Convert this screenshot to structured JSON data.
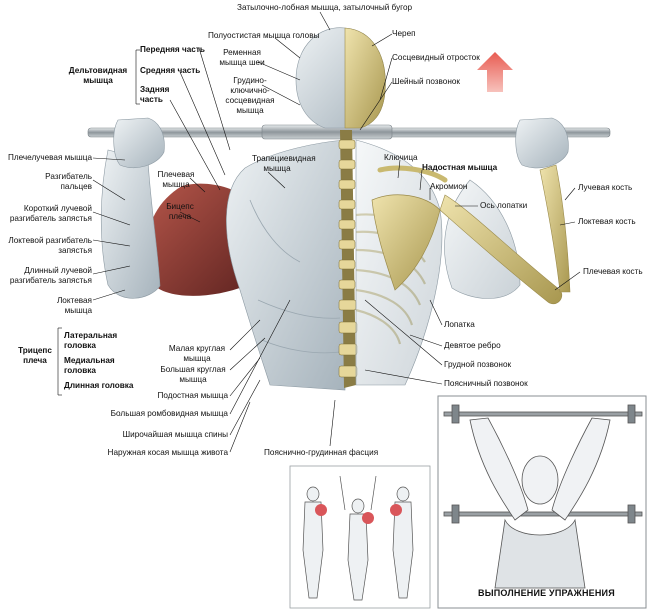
{
  "labels": {
    "occipitofrontalis": "Затылочно-лобная мышца, затылочный бугор",
    "galea": "Полуостистая мышца головы",
    "splenius": "Ременная мышца шеи",
    "sternocleidomastoid": "Грудино-ключично-сосцевидная мышца",
    "skull": "Череп",
    "mastoid": "Сосцевидный отросток",
    "cervical": "Шейный позвонок",
    "deltoid": "Дельтовидная мышца",
    "deltoid_front": "Передняя часть",
    "deltoid_mid": "Средняя часть",
    "deltoid_rear": "Задняя часть",
    "brachioradialis": "Плечелучевая мышца",
    "ext_digitorum": "Разгибатель пальцев",
    "ext_carpi_brevis": "Короткий лучевой разгибатель запястья",
    "ext_carpi_ulnaris": "Локтевой разгибатель запястья",
    "ext_carpi_longus": "Длинный лучевой разгибатель запястья",
    "anconeus": "Локтевая мышца",
    "brachialis": "Плечевая мышца",
    "biceps": "Бицепс плеча",
    "trapezius": "Трапециевидная мышца",
    "clavicle": "Ключица",
    "supraspinatus": "Надостная мышца",
    "acromion": "Акромион",
    "scapula_spine": "Ось лопатки",
    "radius": "Лучевая кость",
    "ulna": "Локтевая кость",
    "humerus": "Плечевая кость",
    "triceps": "Трицепс плеча",
    "triceps_lateral": "Латеральная головка",
    "triceps_medial": "Медиальная головка",
    "triceps_long": "Длинная головка",
    "teres_minor": "Малая круглая мышца",
    "teres_major": "Большая круглая мышца",
    "infraspinatus": "Подостная мышца",
    "rhomboid": "Большая ромбовидная мышца",
    "latissimus": "Широчайшая мышца спины",
    "ext_oblique": "Наружная косая мышца живота",
    "thoracolumbar": "Пояснично-грудинная фасция",
    "scapula": "Лопатка",
    "ninth_rib": "Девятое ребро",
    "thoracic": "Грудной позвонок",
    "lumbar": "Поясничный позвонок"
  },
  "caption": "ВЫПОЛНЕНИЕ УПРАЖНЕНИЯ",
  "colors": {
    "muscle_light": "#dfe6ea",
    "muscle_shade": "#a9b6bf",
    "muscle_red": "#8b3a32",
    "muscle_red_dark": "#5e2320",
    "bone": "#d8c88a",
    "bone_dark": "#9a8a4a",
    "bar": "#9aa0a4",
    "arrow": "#e8746a",
    "line": "#111111"
  }
}
